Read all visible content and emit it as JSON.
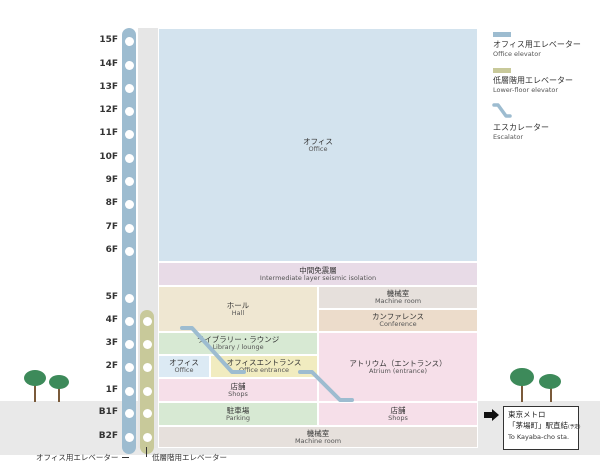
{
  "colors": {
    "office": "#d3e3ee",
    "seismic": "#e8dbe7",
    "machine": "#e6e0dc",
    "conference": "#ecdccb",
    "hall": "#efe7d2",
    "library": "#d7e9d3",
    "office_small": "#dceaf4",
    "entrance": "#f1ecc0",
    "atrium": "#f6dfe9",
    "shops": "#f6dfe9",
    "parking": "#d7e9d3",
    "office_elevator": "#9dbcd0",
    "lower_elevator": "#c8c99a",
    "escalator": "#9dbcd0",
    "ground": "#e9e9e9",
    "tree": "#3d8a5a"
  },
  "floors": [
    "15F",
    "14F",
    "13F",
    "12F",
    "11F",
    "10F",
    "9F",
    "8F",
    "7F",
    "6F",
    "5F",
    "4F",
    "3F",
    "2F",
    "1F",
    "B1F",
    "B2F"
  ],
  "rooms": {
    "office": {
      "jp": "オフィス",
      "en": "Office"
    },
    "seismic": {
      "jp": "中間免震層",
      "en": "Intermediate layer seismic isolation"
    },
    "machine5": {
      "jp": "機械室",
      "en": "Machine room"
    },
    "hall": {
      "jp": "ホール",
      "en": "Hall"
    },
    "conference": {
      "jp": "カンファレンス",
      "en": "Conference"
    },
    "library": {
      "jp": "ライブラリー・ラウンジ",
      "en": "Library / lounge"
    },
    "office2": {
      "jp": "オフィス",
      "en": "Office"
    },
    "entrance": {
      "jp": "オフィスエントランス",
      "en": "Office entrance"
    },
    "atrium": {
      "jp": "アトリウム（エントランス）",
      "en": "Atrium (entrance)"
    },
    "shops1": {
      "jp": "店舗",
      "en": "Shops"
    },
    "parking": {
      "jp": "駐車場",
      "en": "Parking"
    },
    "shops_b1": {
      "jp": "店舗",
      "en": "Shops"
    },
    "machine_b2": {
      "jp": "機械室",
      "en": "Machine room"
    }
  },
  "legend": {
    "office_elevator": {
      "jp": "オフィス用エレベーター",
      "en": "Office elevator"
    },
    "lower_elevator": {
      "jp": "低層階用エレベーター",
      "en": "Lower-floor elevator"
    },
    "escalator": {
      "jp": "エスカレーター",
      "en": "Escalator"
    }
  },
  "bottom_labels": {
    "office_elevator": "オフィス用エレベーター",
    "lower_elevator": "低層階用エレベーター"
  },
  "station": {
    "line1": "東京メトロ",
    "line2": "「茅場町」駅直結",
    "line2_note": "(予定)",
    "line3": "To Kayaba-cho sta."
  }
}
